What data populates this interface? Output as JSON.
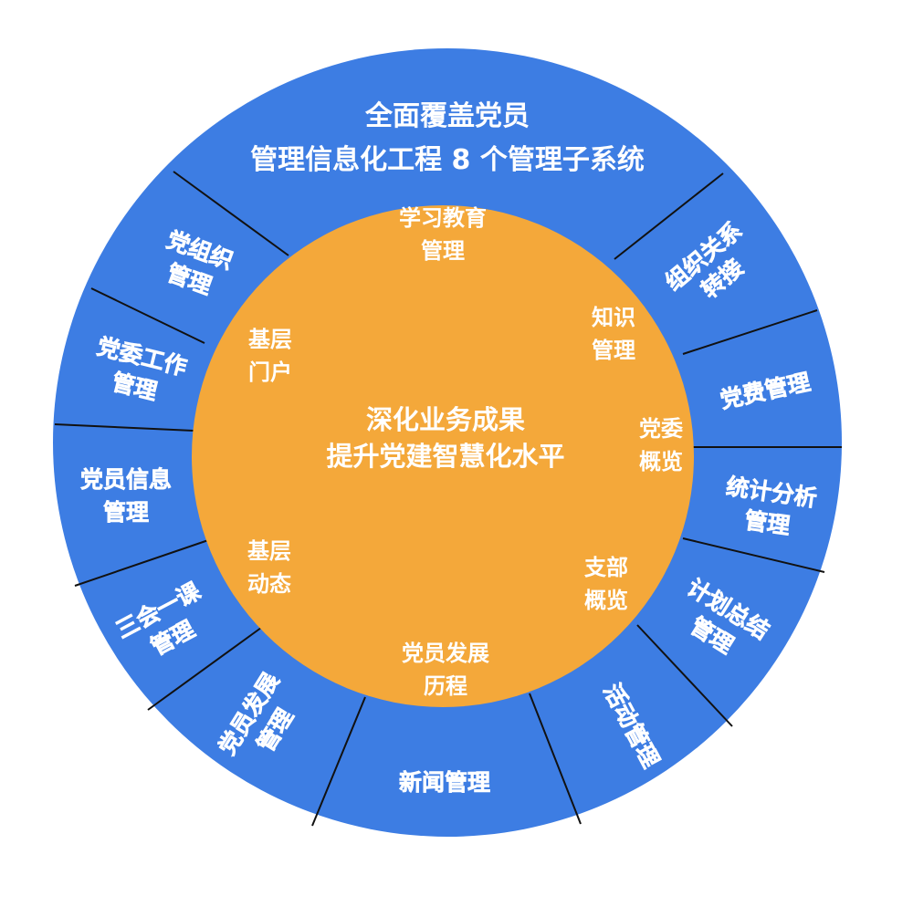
{
  "colors": {
    "outer_ring": "#3d7de3",
    "inner_disc": "#f4a83a",
    "divider": "#111111",
    "text": "#ffffff"
  },
  "title": {
    "line1": "全面覆盖党员",
    "line2": "管理信息化工程 8 个管理子系统"
  },
  "center": {
    "line1": "深化业务成果",
    "line2": "提升党建智慧化水平"
  },
  "outer_segments": [
    {
      "id": "zuzhi-guanxi",
      "lines": [
        "组织关系",
        "转接"
      ]
    },
    {
      "id": "dangfei",
      "lines": [
        "党费管理"
      ]
    },
    {
      "id": "tongji",
      "lines": [
        "统计分析",
        "管理"
      ]
    },
    {
      "id": "jihua",
      "lines": [
        "计划总结",
        "管理"
      ]
    },
    {
      "id": "huodong",
      "lines": [
        "活动管理"
      ]
    },
    {
      "id": "xinwen",
      "lines": [
        "新闻管理"
      ]
    },
    {
      "id": "dangyuan-fazhan",
      "lines": [
        "党员发展",
        "管理"
      ]
    },
    {
      "id": "sanhui",
      "lines": [
        "三会一课",
        "管理"
      ]
    },
    {
      "id": "dangyuan-xinxi",
      "lines": [
        "党员信息",
        "管理"
      ]
    },
    {
      "id": "dangwei-gongzuo",
      "lines": [
        "党委工作",
        "管理"
      ]
    },
    {
      "id": "dangzuzhi",
      "lines": [
        "党组织",
        "管理"
      ]
    }
  ],
  "inner_items": [
    {
      "id": "xuexi",
      "lines": [
        "学习教育",
        "管理"
      ]
    },
    {
      "id": "zhishi",
      "lines": [
        "知识",
        "管理"
      ]
    },
    {
      "id": "dangwei-gailan",
      "lines": [
        "党委",
        "概览"
      ]
    },
    {
      "id": "zhibu-gailan",
      "lines": [
        "支部",
        "概览"
      ]
    },
    {
      "id": "fazhan-licheng",
      "lines": [
        "党员发展",
        "历程"
      ]
    },
    {
      "id": "jiceng-dongtai",
      "lines": [
        "基层",
        "动态"
      ]
    },
    {
      "id": "jiceng-menhu",
      "lines": [
        "基层",
        "门户"
      ]
    }
  ]
}
